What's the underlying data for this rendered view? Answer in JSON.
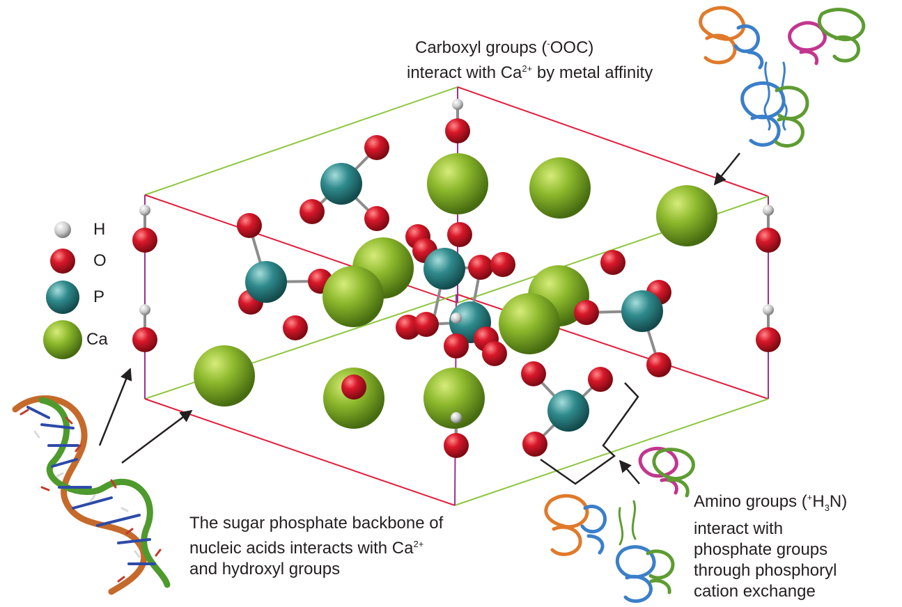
{
  "legend": {
    "items": [
      {
        "symbol": "H",
        "color": "#c8c8c8"
      },
      {
        "symbol": "O",
        "color": "#c4101b"
      },
      {
        "symbol": "P",
        "color": "#2f8a8c"
      },
      {
        "symbol": "Ca",
        "color": "#7aa520"
      }
    ]
  },
  "annotations": {
    "carboxyl": {
      "line1_pre": "Carboxyl groups (",
      "line1_sup": "-",
      "line1_post": "OOC)",
      "line2_pre": "interact with Ca",
      "line2_sup": "2+",
      "line2_post": " by metal affinity"
    },
    "amino": {
      "line1_pre": "Amino groups (",
      "line1_sup": "+",
      "line1_h": "H",
      "line1_sub": "3",
      "line1_post": "N)",
      "line2": "interact with",
      "line3": "phosphate groups",
      "line4": "through phosphoryl",
      "line5": "cation exchange"
    },
    "sugar": {
      "line1": "The sugar phosphate backbone of",
      "line2_pre": "nucleic acids interacts with Ca",
      "line2_sup": "2+",
      "line3": "and hydroxyl groups"
    }
  },
  "colors": {
    "cell_red": "#e31d3c",
    "cell_green": "#8dc63f",
    "cell_purple": "#9b2f8f",
    "bond": "#8c8c8c",
    "arrow": "#231f20"
  }
}
